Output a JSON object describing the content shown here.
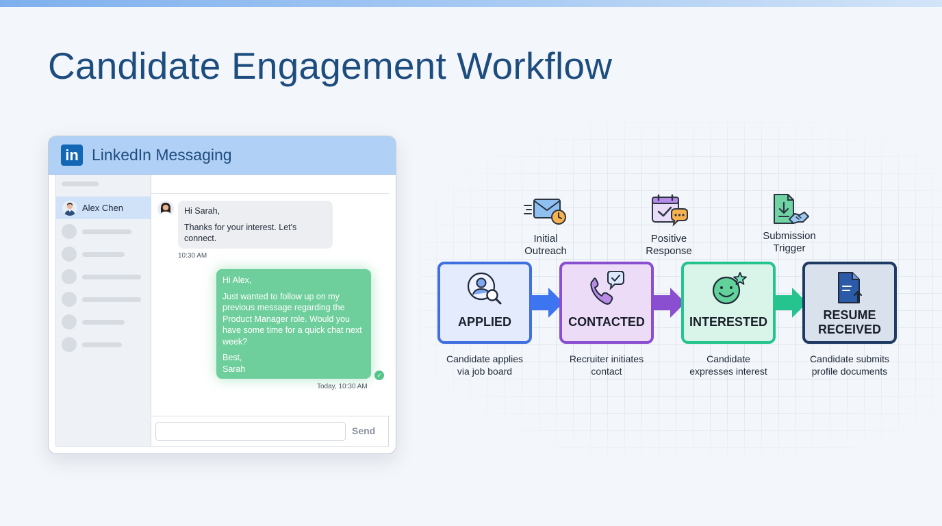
{
  "page": {
    "title": "Candidate Engagement Workflow"
  },
  "messaging": {
    "logo_text": "in",
    "title": "LinkedIn Messaging",
    "active_contact": "Alex Chen",
    "incoming": {
      "greeting": "Hi Sarah,",
      "body": "Thanks for your interest. Let's connect.",
      "time": "10:30 AM"
    },
    "outgoing": {
      "greeting": "Hi Alex,",
      "body": "Just wanted to follow up on my previous message regarding the Product Manager role. Would you have some time for a quick chat next week?",
      "signoff": "Best,",
      "signature": "Sarah",
      "time": "Today, 10:30 AM"
    },
    "send_label": "Send"
  },
  "workflow": {
    "triggers": [
      {
        "line1": "Initial",
        "line2": "Outreach",
        "icon": "envelope-clock-icon"
      },
      {
        "line1": "Positive",
        "line2": "Response",
        "icon": "calendar-check-icon"
      },
      {
        "line1": "Submission",
        "line2": "Trigger",
        "icon": "document-handshake-icon"
      }
    ],
    "stages": [
      {
        "label": "APPLIED",
        "icon": "user-search-icon",
        "desc1": "Candidate applies",
        "desc2": "via job board",
        "color": "#3f6fe0"
      },
      {
        "label": "CONTACTED",
        "icon": "phone-chat-icon",
        "desc1": "Recruiter initiates",
        "desc2": "contact",
        "color": "#8a4fd0"
      },
      {
        "label": "INTERESTED",
        "icon": "smiley-star-icon",
        "desc1": "Candidate",
        "desc2": "expresses interest",
        "color": "#25c48f"
      },
      {
        "label1": "RESUME",
        "label2": "RECEIVED",
        "icon": "document-upload-icon",
        "desc1": "Candidate submits",
        "desc2": "profile documents",
        "color": "#1f3a63"
      }
    ]
  }
}
